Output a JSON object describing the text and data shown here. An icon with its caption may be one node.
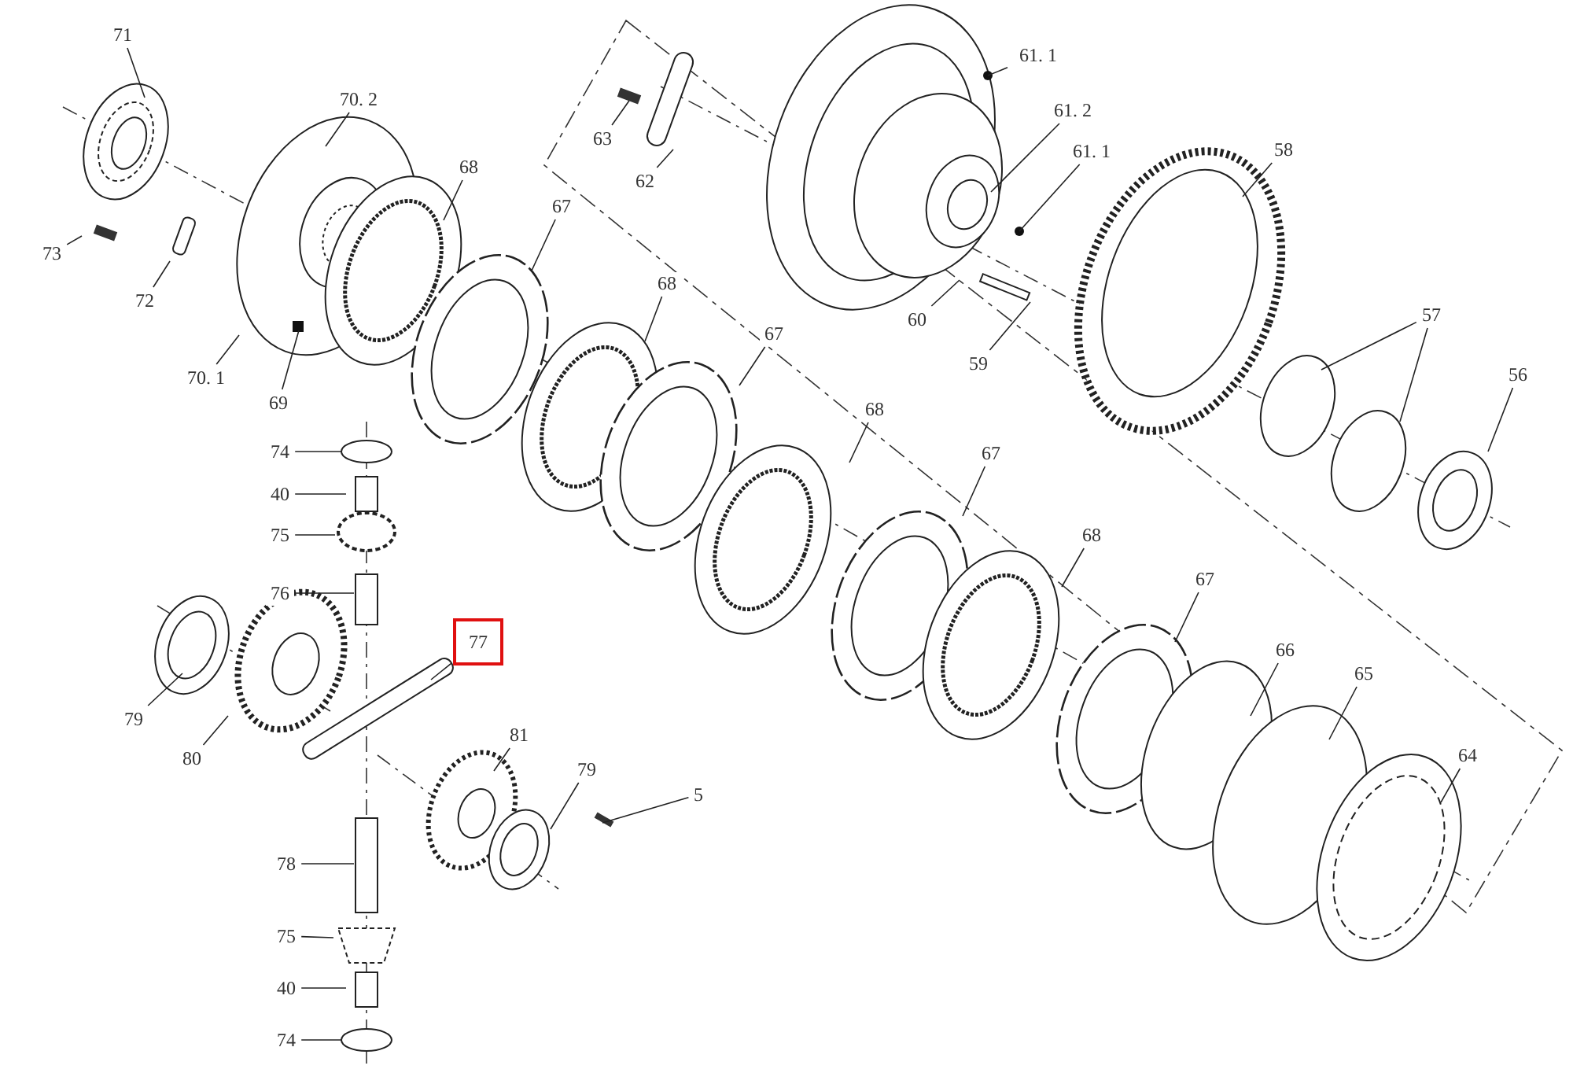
{
  "diagram": {
    "nodes": [
      {
        "text": [
          "71"
        ]
      },
      {
        "text": [
          "70. 2"
        ]
      },
      {
        "text": [
          "68"
        ]
      },
      {
        "text": [
          "67"
        ]
      },
      {
        "text": [
          "68"
        ]
      },
      {
        "text": [
          "67"
        ]
      },
      {
        "text": [
          "68"
        ]
      },
      {
        "text": [
          "67"
        ]
      },
      {
        "text": [
          "68"
        ]
      },
      {
        "text": [
          "67"
        ]
      },
      {
        "text": [
          "66"
        ]
      },
      {
        "text": [
          "65"
        ]
      },
      {
        "text": [
          "64"
        ]
      },
      {
        "text": [
          "63"
        ]
      },
      {
        "text": [
          "62"
        ]
      },
      {
        "text": [
          "61. 1"
        ]
      },
      {
        "text": [
          "61. 2"
        ]
      },
      {
        "text": [
          "61. 1"
        ]
      },
      {
        "text": [
          "58"
        ]
      },
      {
        "text": [
          "60"
        ]
      },
      {
        "text": [
          "59"
        ]
      },
      {
        "text": [
          "57"
        ]
      },
      {
        "text": [
          "56"
        ]
      },
      {
        "text": [
          "73"
        ]
      },
      {
        "text": [
          "72"
        ]
      },
      {
        "text": [
          "70. 1"
        ]
      },
      {
        "text": [
          "69"
        ]
      },
      {
        "text": [
          "74"
        ]
      },
      {
        "text": [
          "40"
        ]
      },
      {
        "text": [
          "75"
        ]
      },
      {
        "text": [
          "76"
        ]
      },
      {
        "text": [
          "77"
        ]
      },
      {
        "text": [
          "79"
        ]
      },
      {
        "text": [
          "80"
        ]
      },
      {
        "text": [
          "81"
        ]
      },
      {
        "text": [
          "79"
        ]
      },
      {
        "text": [
          "5"
        ]
      },
      {
        "text": [
          "78"
        ]
      },
      {
        "text": [
          "75"
        ]
      },
      {
        "text": [
          "40"
        ]
      },
      {
        "text": [
          "74"
        ]
      }
    ],
    "edges": [
      {
        "from": 0,
        "to": null,
        "arrow": "none"
      },
      {
        "from": 1,
        "to": null,
        "arrow": "none"
      },
      {
        "from": 2,
        "to": null,
        "arrow": "none"
      },
      {
        "from": 3,
        "to": null,
        "arrow": "none"
      },
      {
        "from": 4,
        "to": null,
        "arrow": "none"
      },
      {
        "from": 5,
        "to": null,
        "arrow": "none"
      },
      {
        "from": 6,
        "to": null,
        "arrow": "none"
      },
      {
        "from": 7,
        "to": null,
        "arrow": "none"
      },
      {
        "from": 8,
        "to": null,
        "arrow": "none"
      },
      {
        "from": 9,
        "to": null,
        "arrow": "none"
      },
      {
        "from": 10,
        "to": null,
        "arrow": "none"
      },
      {
        "from": 11,
        "to": null,
        "arrow": "none"
      },
      {
        "from": 12,
        "to": null,
        "arrow": "none"
      },
      {
        "from": 13,
        "to": null,
        "arrow": "none"
      },
      {
        "from": 14,
        "to": null,
        "arrow": "none"
      },
      {
        "from": 15,
        "to": null,
        "arrow": "none"
      },
      {
        "from": 16,
        "to": null,
        "arrow": "none"
      },
      {
        "from": 17,
        "to": null,
        "arrow": "none"
      },
      {
        "from": 18,
        "to": null,
        "arrow": "none"
      },
      {
        "from": 19,
        "to": null,
        "arrow": "none"
      },
      {
        "from": 20,
        "to": null,
        "arrow": "none"
      },
      {
        "from": 21,
        "to": null,
        "arrow": "none"
      },
      {
        "from": 21,
        "to": null,
        "arrow": "none"
      },
      {
        "from": 22,
        "to": null,
        "arrow": "none"
      },
      {
        "from": 23,
        "to": null,
        "arrow": "none"
      },
      {
        "from": 24,
        "to": null,
        "arrow": "none"
      },
      {
        "from": 25,
        "to": null,
        "arrow": "none"
      },
      {
        "from": 26,
        "to": null,
        "arrow": "none"
      },
      {
        "from": 27,
        "to": null,
        "arrow": "none"
      },
      {
        "from": 28,
        "to": null,
        "arrow": "none"
      },
      {
        "from": 29,
        "to": null,
        "arrow": "none"
      },
      {
        "from": 30,
        "to": null,
        "arrow": "none"
      },
      {
        "from": 31,
        "to": null,
        "arrow": "none"
      },
      {
        "from": 32,
        "to": null,
        "arrow": "none"
      },
      {
        "from": 33,
        "to": null,
        "arrow": "none"
      },
      {
        "from": 34,
        "to": null,
        "arrow": "none"
      },
      {
        "from": 35,
        "to": null,
        "arrow": "none"
      },
      {
        "from": 36,
        "to": null,
        "arrow": "none"
      },
      {
        "from": 37,
        "to": null,
        "arrow": "none"
      },
      {
        "from": 38,
        "to": null,
        "arrow": "none"
      },
      {
        "from": 39,
        "to": null,
        "arrow": "none"
      },
      {
        "from": 40,
        "to": null,
        "arrow": "none"
      }
    ]
  }
}
